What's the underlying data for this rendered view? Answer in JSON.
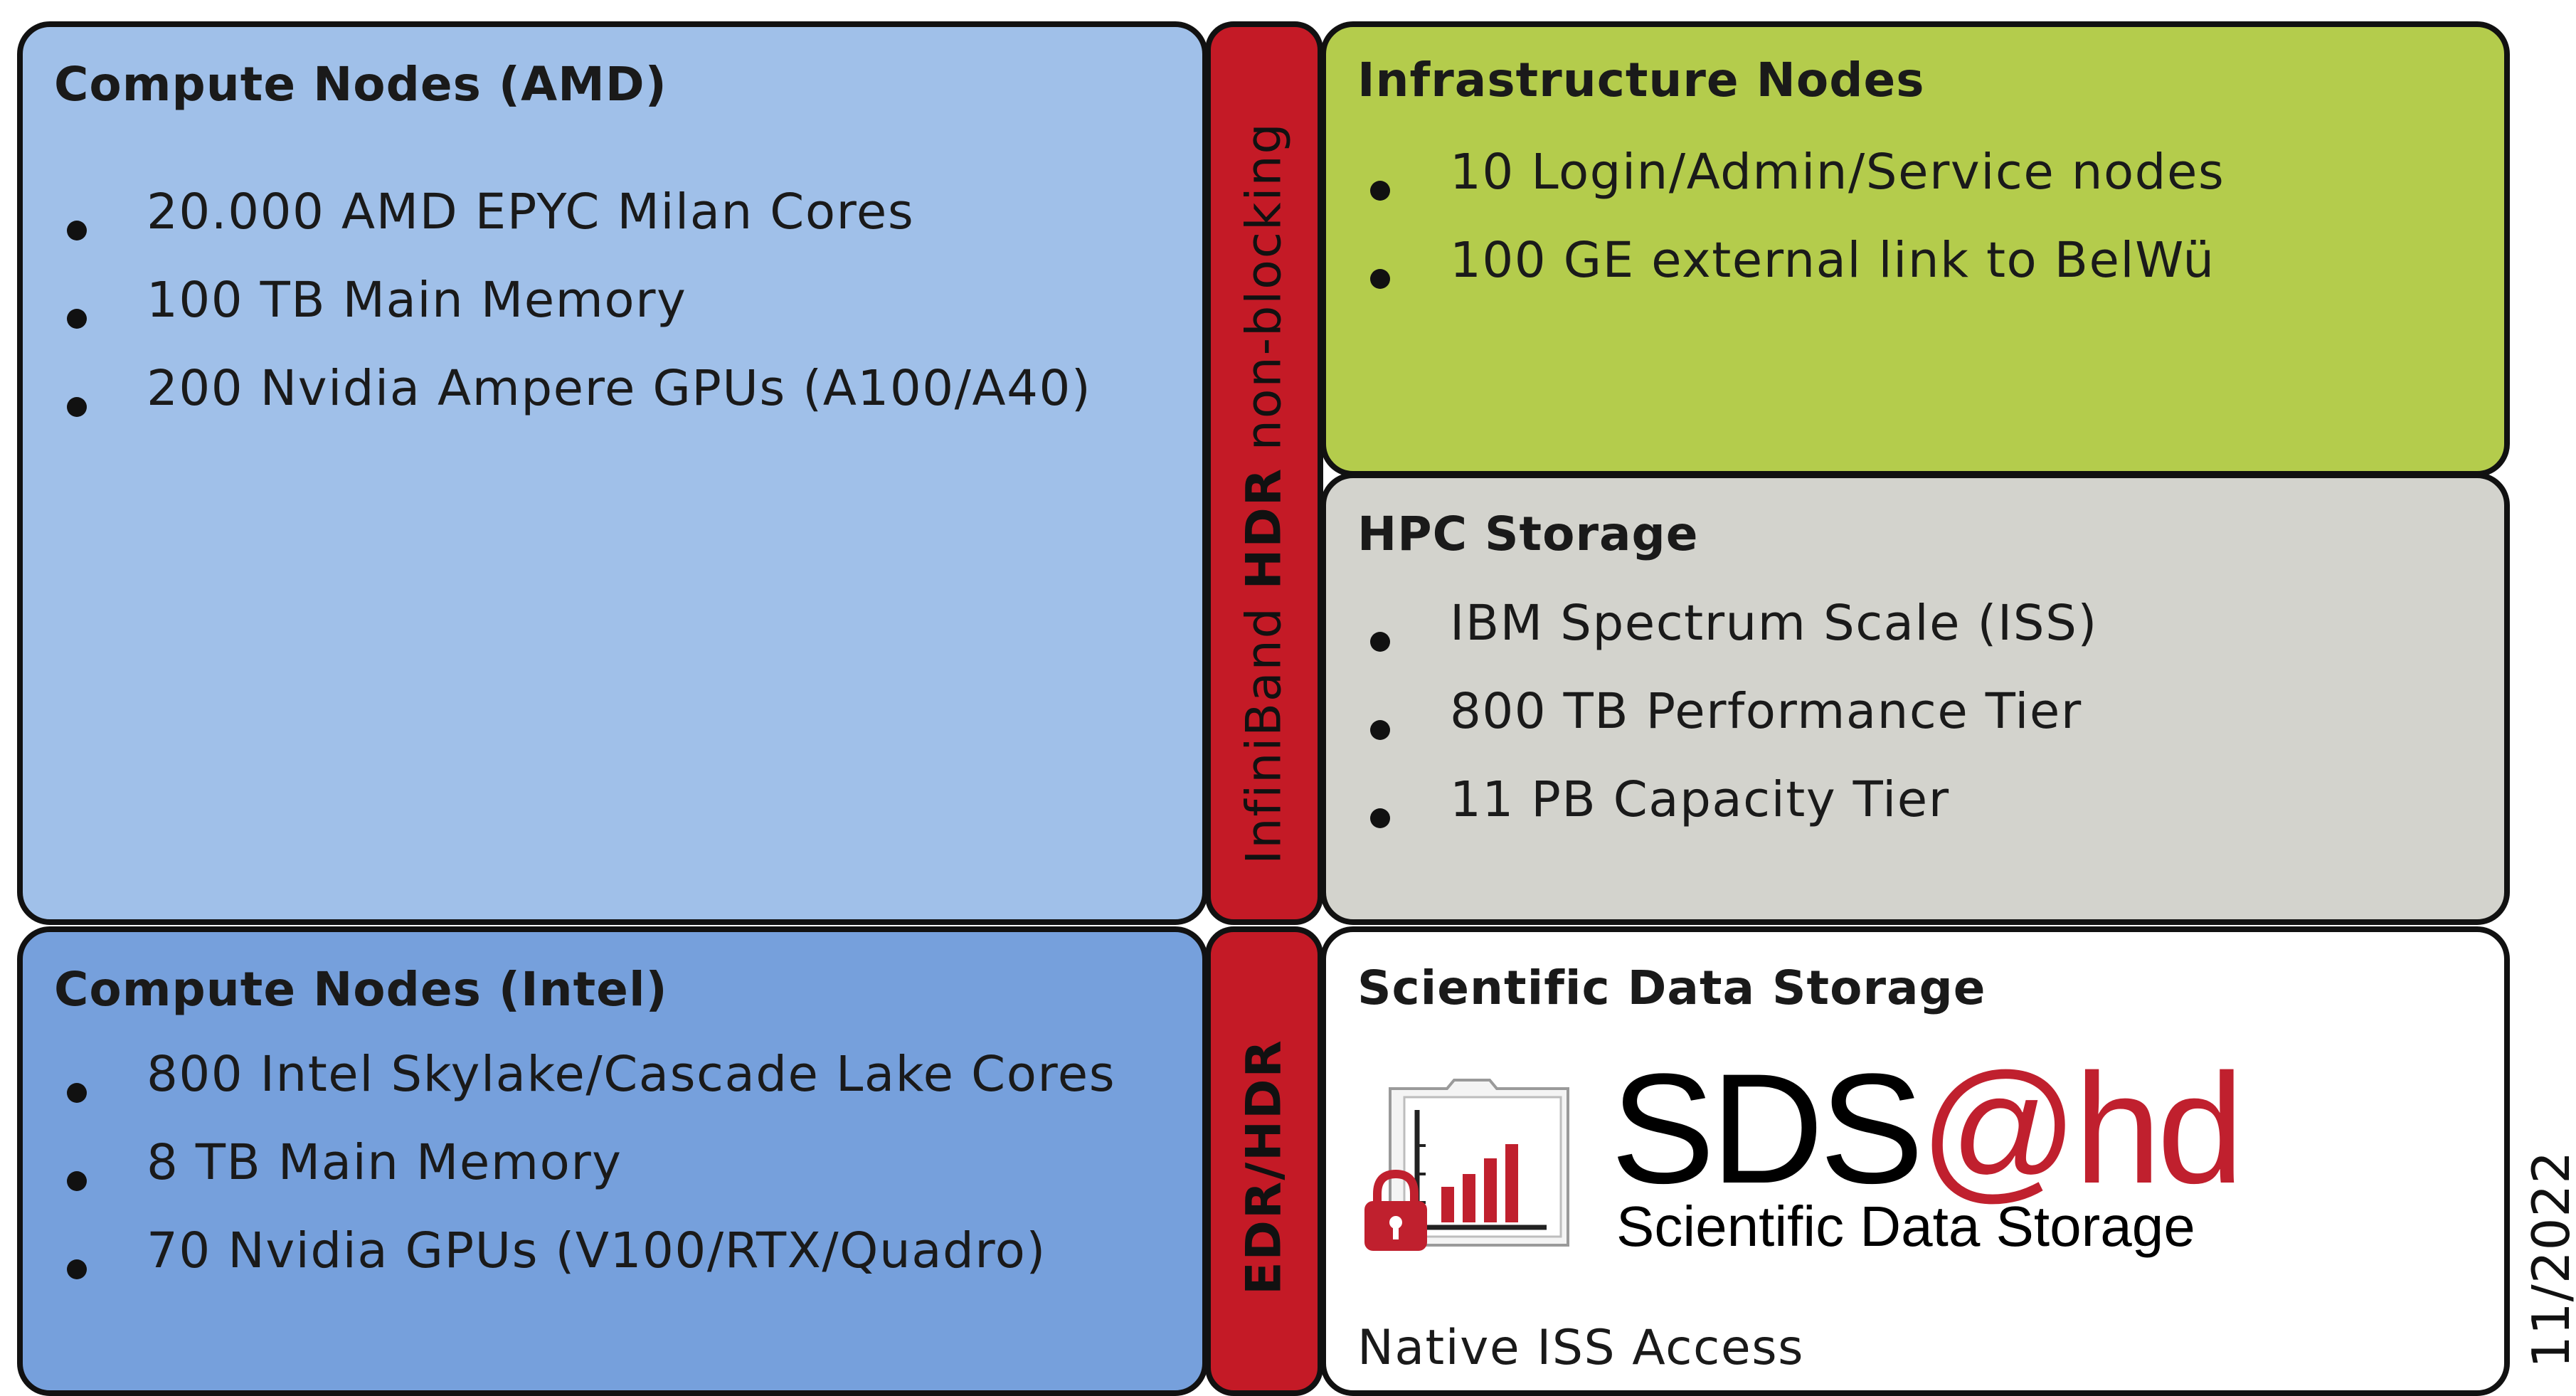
{
  "colors": {
    "amd": "#a0c0e9",
    "intel": "#76a0dc",
    "infiniband": "#c41a26",
    "infrastructure": "#b4cc4c",
    "hpc_storage": "#d3d3cd",
    "sds": "#ffffff",
    "sds_red": "#c0202e"
  },
  "amd": {
    "title": "Compute Nodes (AMD)",
    "items": [
      "20.000 AMD EPYC Milan Cores",
      "100 TB Main Memory",
      "200 Nvidia Ampere GPUs (A100/A40)"
    ]
  },
  "intel": {
    "title": "Compute Nodes (Intel)",
    "items": [
      "800 Intel Skylake/Cascade Lake Cores",
      "8 TB Main Memory",
      "70 Nvidia GPUs (V100/RTX/Quadro)"
    ]
  },
  "interconnect": {
    "ib_prefix": "InfiniBand",
    "ib_bold": "HDR",
    "ib_suffix": "non-blocking",
    "edr_hdr": "EDR/HDR"
  },
  "infrastructure": {
    "title": "Infrastructure Nodes",
    "items": [
      "10 Login/Admin/Service nodes",
      "100 GE external link to BelWü"
    ]
  },
  "hpc_storage": {
    "title": "HPC Storage",
    "items": [
      "IBM Spectrum Scale (ISS)",
      "800 TB Performance Tier",
      "11 PB Capacity Tier"
    ]
  },
  "sds": {
    "title": "Scientific Data Storage",
    "logo_main": "SDS",
    "logo_accent": "@hd",
    "logo_subtitle": "Scientific Data Storage",
    "footer": "Native ISS Access"
  },
  "date": "11/2022"
}
